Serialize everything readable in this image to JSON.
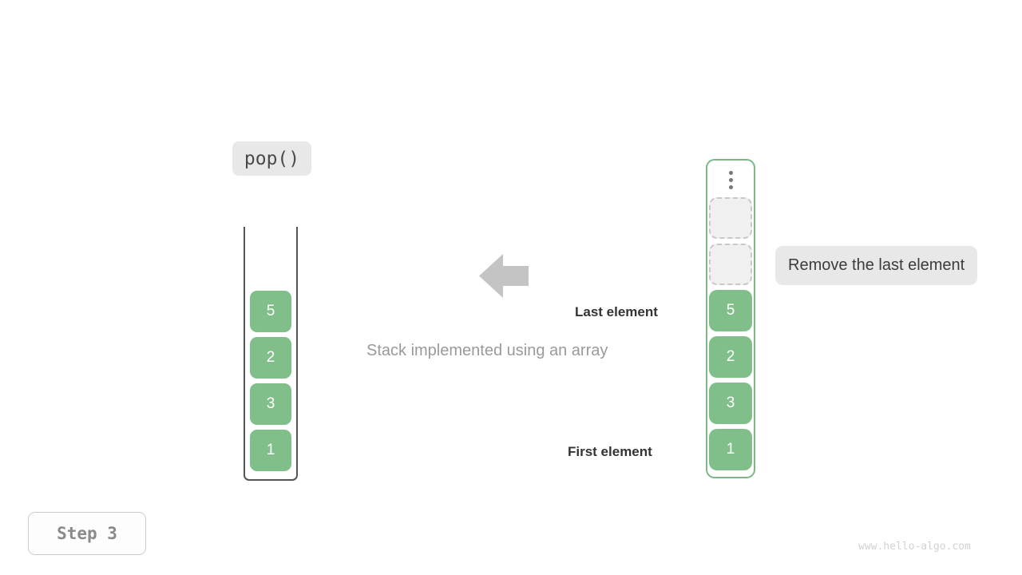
{
  "operation": {
    "label": "pop()"
  },
  "stack_vessel": {
    "title": "stack-container",
    "items": [
      {
        "value": "5"
      },
      {
        "value": "2"
      },
      {
        "value": "3"
      },
      {
        "value": "1"
      }
    ]
  },
  "array_frame": {
    "title": "array-container",
    "overflow_icon": "vertical-dots-icon",
    "slots": [
      {
        "type": "empty",
        "value": ""
      },
      {
        "type": "empty",
        "value": ""
      },
      {
        "type": "filled",
        "value": "5"
      },
      {
        "type": "filled",
        "value": "2"
      },
      {
        "type": "filled",
        "value": "3"
      },
      {
        "type": "filled",
        "value": "1"
      }
    ]
  },
  "annotations": {
    "last_element": "Last element",
    "first_element": "First element",
    "caption": "Stack implemented using an array",
    "note": "Remove the last element",
    "arrow_icon": "arrow-left-icon"
  },
  "footer": {
    "step": "Step 3",
    "watermark": "www.hello-algo.com"
  },
  "colors": {
    "green_fill": "#81bf8a",
    "green_border": "#7cb785",
    "chip_bg": "#e8e8e8",
    "empty_fill": "#f0f0f0",
    "empty_border": "#c9c9c9",
    "arrow": "#c4c4c4",
    "vessel_stroke": "#555555",
    "caption_text": "#9a9a9a",
    "annot_text": "#333333",
    "step_text": "#8a8a8a",
    "watermark_text": "#d2d2d2"
  }
}
